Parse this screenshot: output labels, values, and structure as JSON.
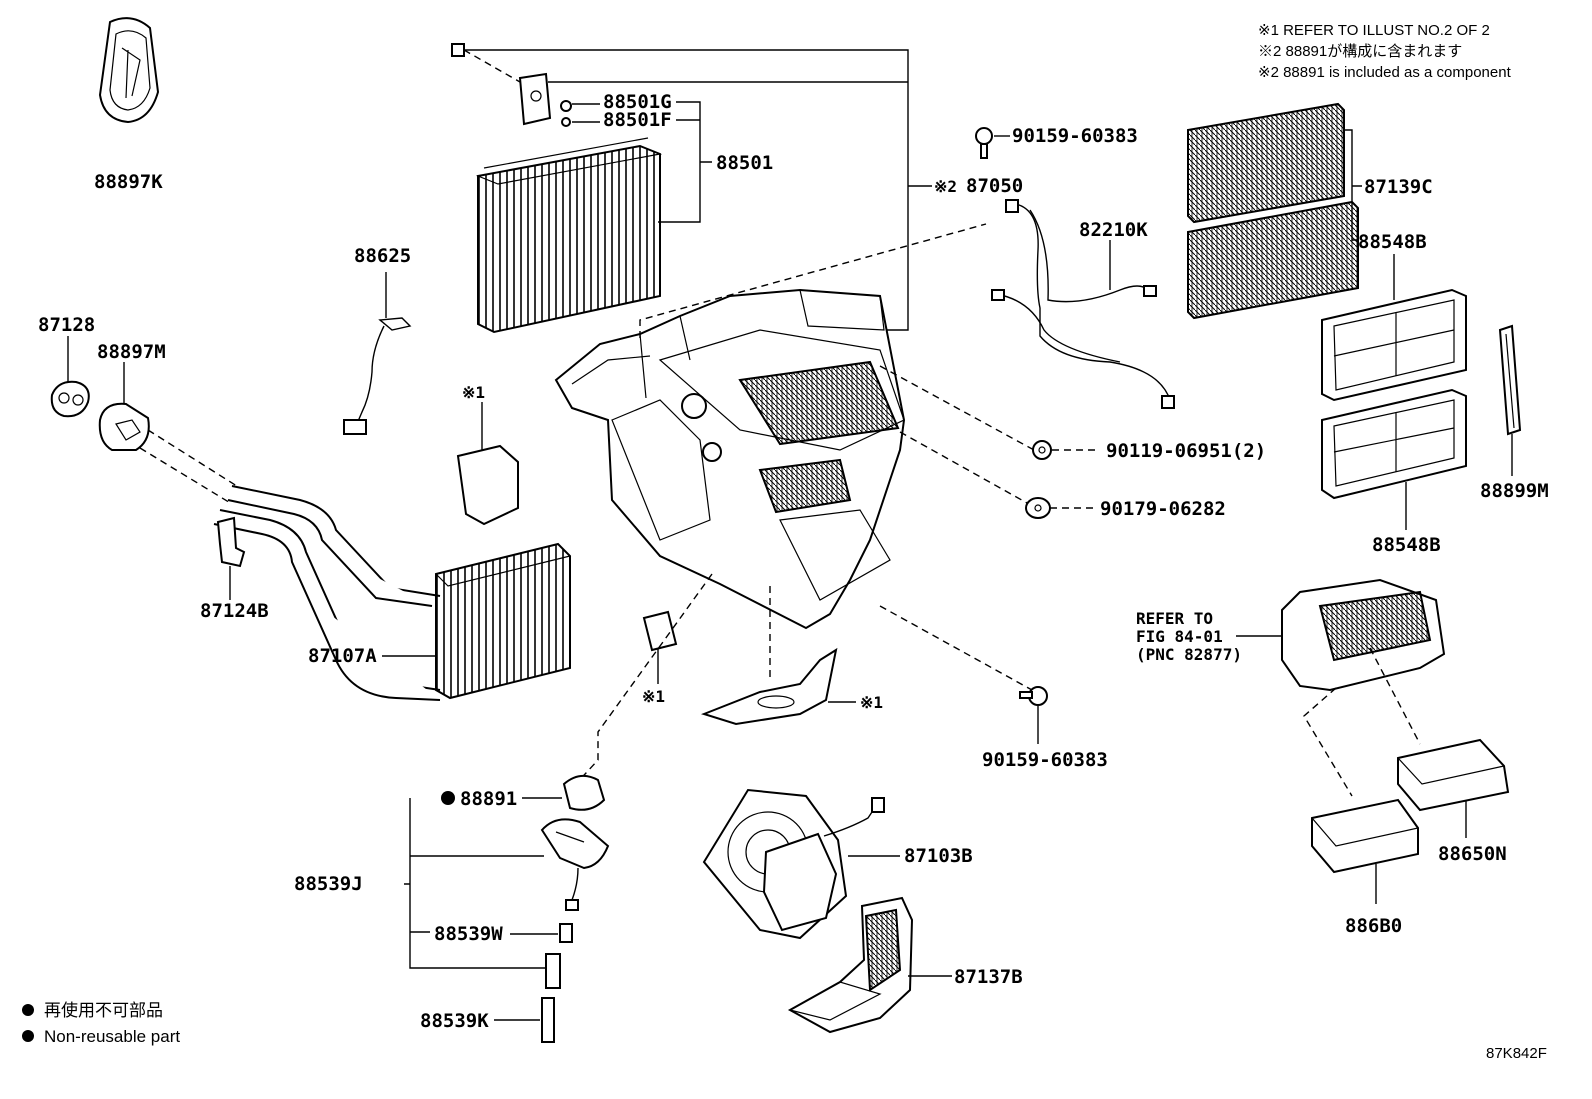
{
  "notes": {
    "line1": "※1 REFER TO ILLUST NO.2 OF 2",
    "line2": "※2 88891が構成に含まれます",
    "line3": "※2 88891 is included as a component"
  },
  "legend": {
    "ja": "再使用不可部品",
    "en": "Non-reusable part"
  },
  "figure_code": "87K842F",
  "refer": {
    "line1": "REFER TO",
    "line2": "FIG 84-01",
    "line3": "(PNC 82877)"
  },
  "marks": {
    "ref1": "※1",
    "ref2": "※2"
  },
  "parts": {
    "p88897K": "88897K",
    "p87128": "87128",
    "p88897M": "88897M",
    "p87124B": "87124B",
    "p87107A": "87107A",
    "p88625": "88625",
    "p88501G": "88501G",
    "p88501F": "88501F",
    "p88501": "88501",
    "p87050": "87050",
    "p90159_60383_top": "90159-60383",
    "p82210K": "82210K",
    "p87139C": "87139C",
    "p88548B_top": "88548B",
    "p88548B_bottom": "88548B",
    "p88899M": "88899M",
    "p90119_06951": "90119-06951(2)",
    "p90179_06282": "90179-06282",
    "p90159_60383_bottom": "90159-60383",
    "p88891": "88891",
    "p88539J": "88539J",
    "p88539W": "88539W",
    "p88539K": "88539K",
    "p87103B": "87103B",
    "p87137B": "87137B",
    "p88650N": "88650N",
    "p886B0": "886B0"
  }
}
